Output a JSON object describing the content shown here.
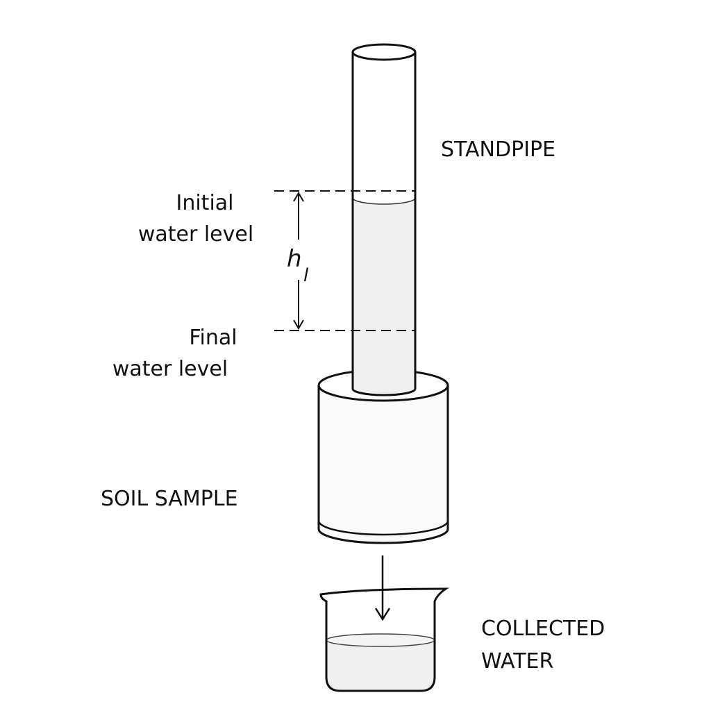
{
  "labels": {
    "standpipe": "STANDPIPE",
    "initial_line1": "Initial",
    "initial_line2": "water level",
    "final_line1": "Final",
    "final_line2": "water level",
    "head_symbol": "h",
    "head_subscript": "l",
    "soil_sample": "SOIL SAMPLE",
    "collected_line1": "COLLECTED",
    "collected_line2": "WATER"
  },
  "colors": {
    "stroke": "#111111",
    "water": "#eff0ef",
    "background": "#ffffff"
  }
}
